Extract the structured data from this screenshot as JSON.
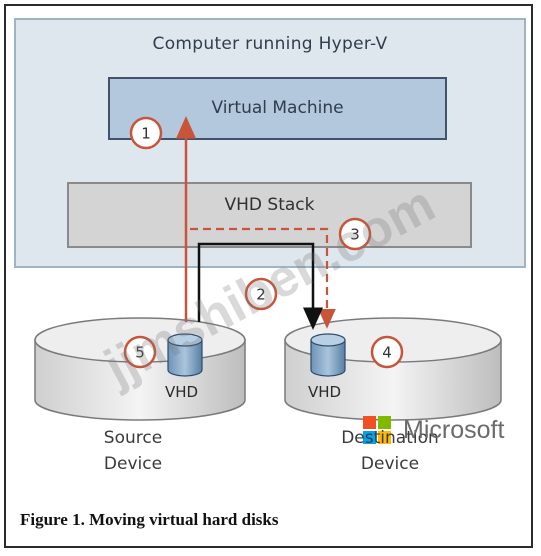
{
  "host": {
    "label": "Computer running Hyper-V"
  },
  "vm": {
    "label": "Virtual Machine"
  },
  "stack": {
    "label": "VHD Stack"
  },
  "source": {
    "line1": "Source",
    "line2": "Device",
    "vhd": "VHD"
  },
  "destination": {
    "line1": "Destination",
    "line2": "Device",
    "vhd": "VHD"
  },
  "steps": [
    "1",
    "2",
    "3",
    "4",
    "5"
  ],
  "caption": "Figure 1. Moving virtual hard disks",
  "brand": {
    "name": "Microsoft",
    "colors": [
      "#f25022",
      "#7fba00",
      "#00a4ef",
      "#ffb900"
    ]
  },
  "watermark": "jjmshiben.com",
  "colors": {
    "red": "#c8553a",
    "black": "#111111",
    "vm": "#b3c8dc"
  }
}
